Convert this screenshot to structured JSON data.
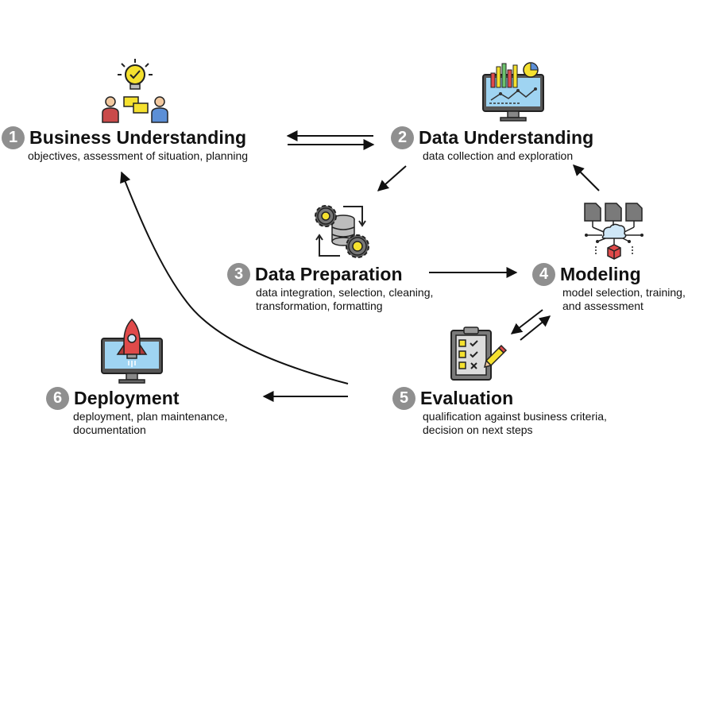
{
  "steps": [
    {
      "number": "1",
      "title": "Business Understanding",
      "desc": [
        "objectives, assessment of situation, planning"
      ],
      "icon": "business-understanding-icon"
    },
    {
      "number": "2",
      "title": "Data Understanding",
      "desc": [
        "data collection and exploration"
      ],
      "icon": "data-understanding-icon"
    },
    {
      "number": "3",
      "title": "Data Preparation",
      "desc": [
        "data integration, selection, cleaning,",
        "transformation, formatting"
      ],
      "icon": "data-preparation-icon"
    },
    {
      "number": "4",
      "title": "Modeling",
      "desc": [
        "model selection, training,",
        "and assessment"
      ],
      "icon": "modeling-icon"
    },
    {
      "number": "5",
      "title": "Evaluation",
      "desc": [
        "qualification against business criteria,",
        "decision on next steps"
      ],
      "icon": "evaluation-icon"
    },
    {
      "number": "6",
      "title": "Deployment",
      "desc": [
        "deployment, plan maintenance,",
        "documentation"
      ],
      "icon": "deployment-icon"
    }
  ],
  "colors": {
    "badge": "#8f8f8f",
    "arrow": "#111111",
    "accent_yellow": "#f5e12f",
    "accent_blue": "#7fc6ec",
    "accent_red": "#e04a4a",
    "icon_gray": "#8c8c8c"
  }
}
